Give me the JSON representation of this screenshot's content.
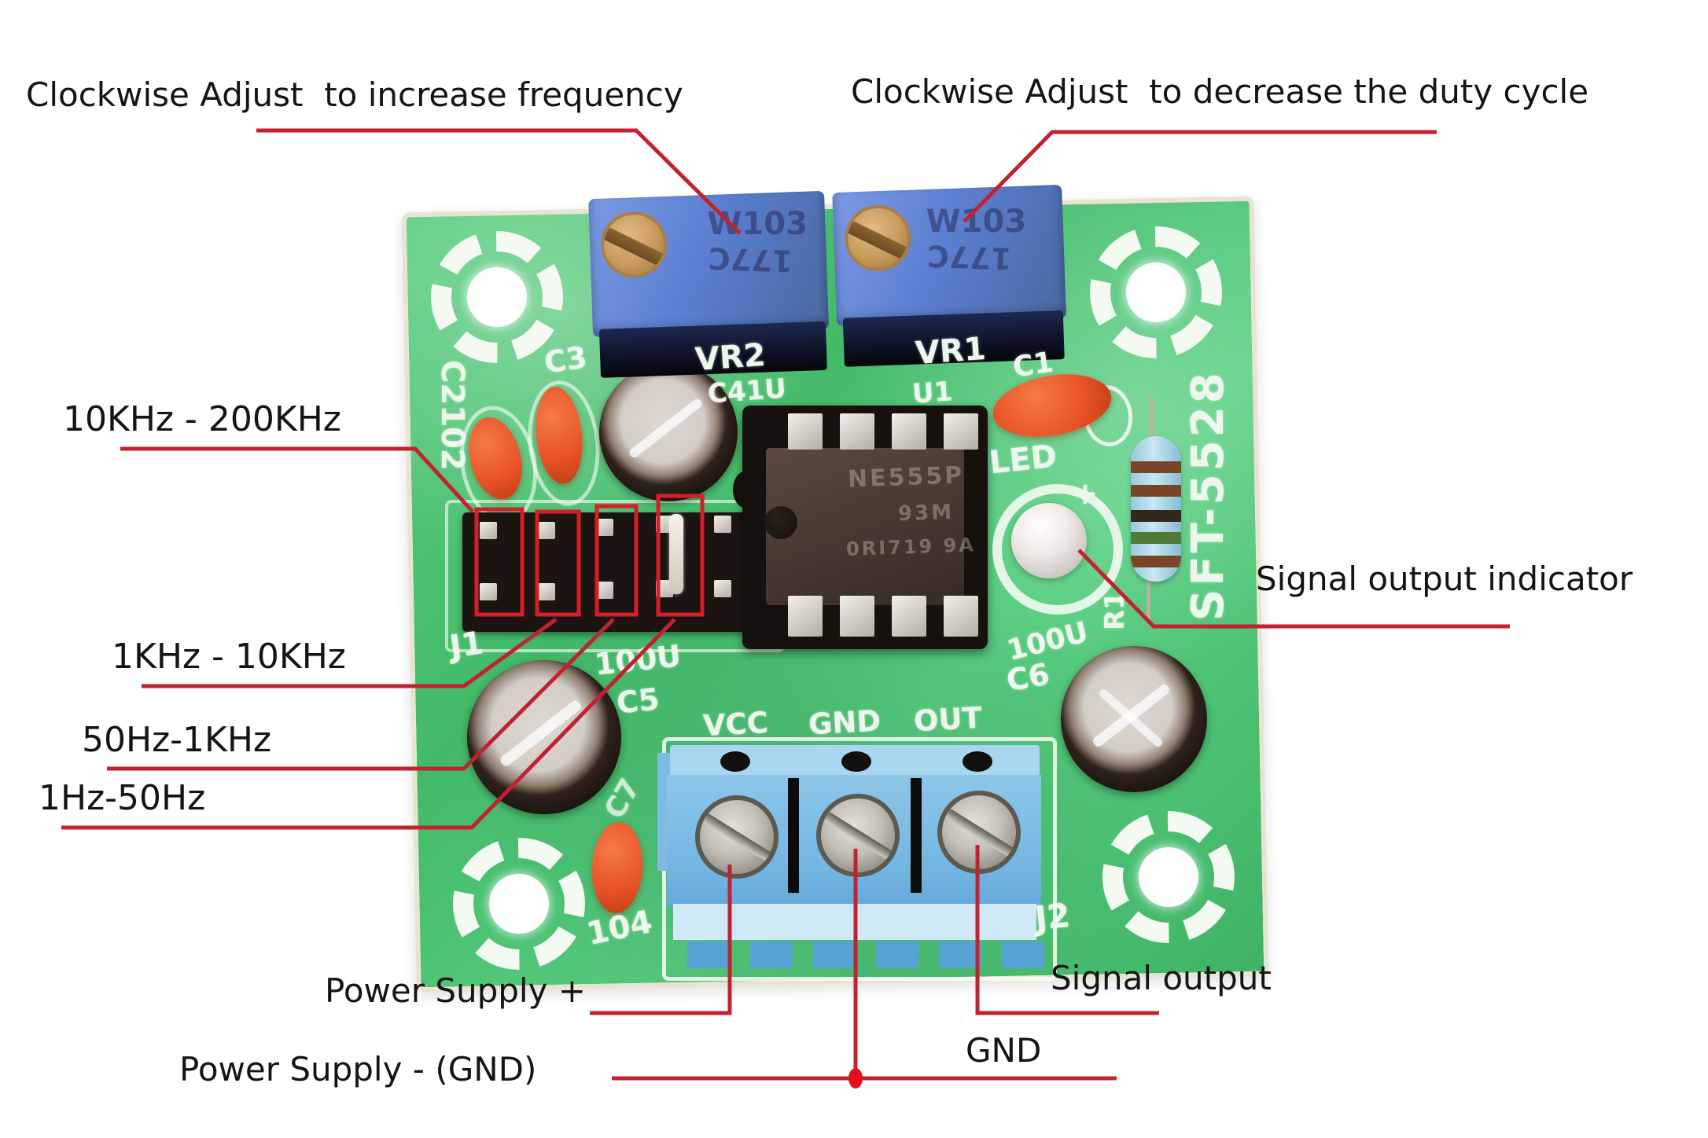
{
  "annotations": {
    "top_left_label": "Clockwise Adjust  to increase frequency",
    "top_right_label": "Clockwise Adjust  to decrease the duty cycle",
    "freq_ranges": {
      "r1": "10KHz - 200KHz",
      "r2": "1KHz - 10KHz",
      "r3": "50Hz-1KHz",
      "r4": "1Hz-50Hz"
    },
    "signal_output_indicator": "Signal output indicator",
    "power_supply_plus": "Power Supply +",
    "power_supply_minus": "Power Supply - (GND)",
    "gnd": "GND",
    "signal_output": "Signal output",
    "colors": {
      "leader_line": "#c22230",
      "highlight_rect": "#d61e28",
      "board_green": "#46be6c",
      "trimmer_blue": "#5c7fd2",
      "terminal_blue": "#8cc6e9",
      "cap_orange": "#e85427"
    }
  },
  "board": {
    "model": "SFT-5528",
    "silkscreen": {
      "c2": "C2102",
      "c3": "C3",
      "vr2": "VR2",
      "vr1": "VR1",
      "c1": "C1",
      "u1": "U1",
      "c4": "C41U",
      "led": "LED",
      "led_polarity": "+",
      "sft": "SFT-5528",
      "j1": "J1",
      "c5_val": "100U",
      "c5": "C5",
      "c7": "C7",
      "r1": "R1",
      "c6_val": "100U",
      "c6": "C6",
      "vcc": "VCC",
      "gnd": "GND",
      "out": "OUT",
      "j2": "J2",
      "c8_val": "104"
    },
    "trimmer_vr2": {
      "marking": "W103",
      "code": "177C"
    },
    "trimmer_vr1": {
      "marking": "W103",
      "code": "177C"
    },
    "ic": {
      "line1": "NE555P",
      "line2": "93M",
      "line3": "0RI719 9A"
    }
  }
}
